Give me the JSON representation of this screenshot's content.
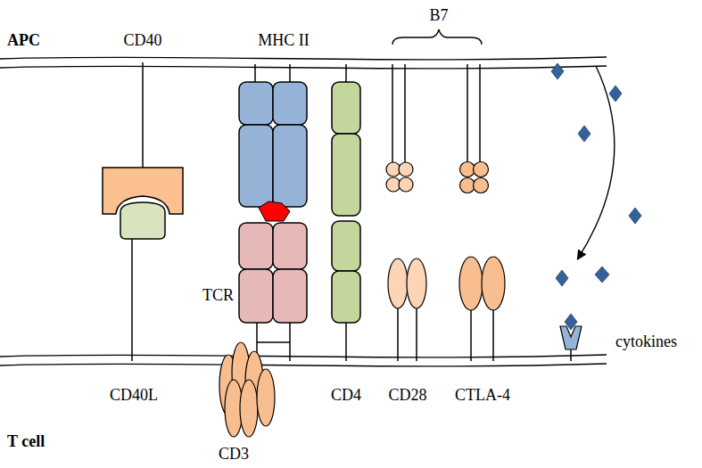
{
  "diagram": {
    "labels": [
      "APC",
      "CD40",
      "MHC II",
      "B7",
      "TCR",
      "cytokines",
      "CD40L",
      "CD4",
      "CD28",
      "CTLA-4",
      "T cell",
      "CD3"
    ]
  }
}
